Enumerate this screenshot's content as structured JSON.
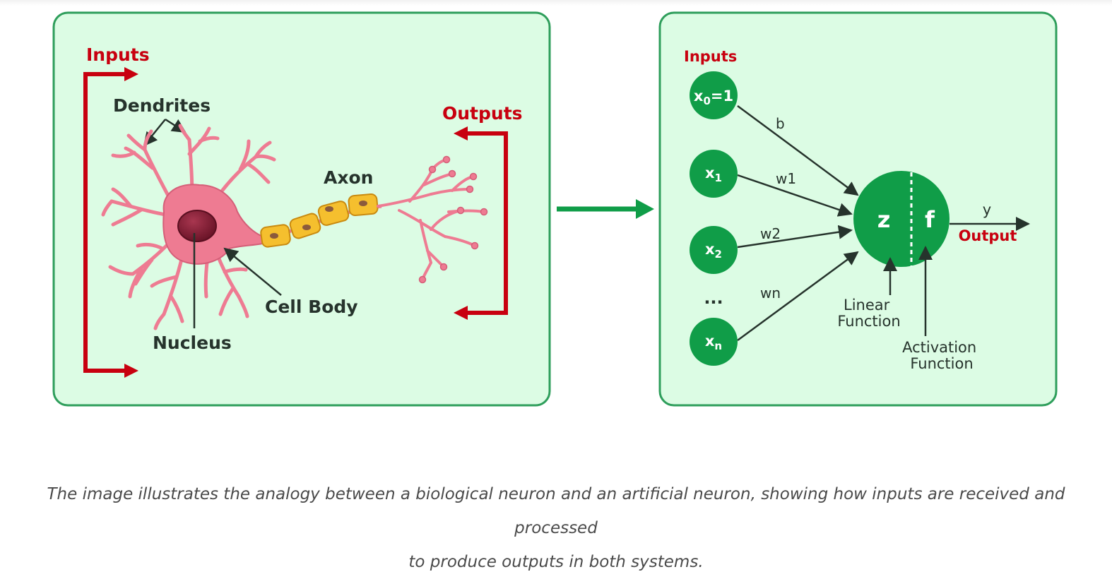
{
  "biological": {
    "inputs_label": "Inputs",
    "outputs_label": "Outputs",
    "dendrites_label": "Dendrites",
    "axon_label": "Axon",
    "cell_body_label": "Cell Body",
    "nucleus_label": "Nucleus"
  },
  "artificial": {
    "inputs_label": "Inputs",
    "nodes": [
      {
        "base": "x",
        "sub": "0",
        "suffix": "=1"
      },
      {
        "base": "x",
        "sub": "1",
        "suffix": ""
      },
      {
        "base": "x",
        "sub": "2",
        "suffix": ""
      },
      {
        "base": "x",
        "sub": "n",
        "suffix": ""
      }
    ],
    "ellipsis": "...",
    "weights": [
      "b",
      "w1",
      "w2",
      "wn"
    ],
    "z_label": "z",
    "f_label": "f",
    "output_var": "y",
    "output_label": "Output",
    "linear_function": [
      "Linear",
      "Function"
    ],
    "activation_function": [
      "Activation",
      "Function"
    ]
  },
  "caption": {
    "line1": "The image illustrates the analogy between a biological neuron and an artificial neuron, showing how inputs are received and processed",
    "line2": "to produce outputs in both systems."
  },
  "colors": {
    "panel_bg": "#dcfce4",
    "panel_border": "#2e9e5b",
    "green": "#109d48",
    "red": "#c8000f",
    "neuron_pink": "#ee7b92",
    "axon_yellow": "#f5bf2e"
  }
}
